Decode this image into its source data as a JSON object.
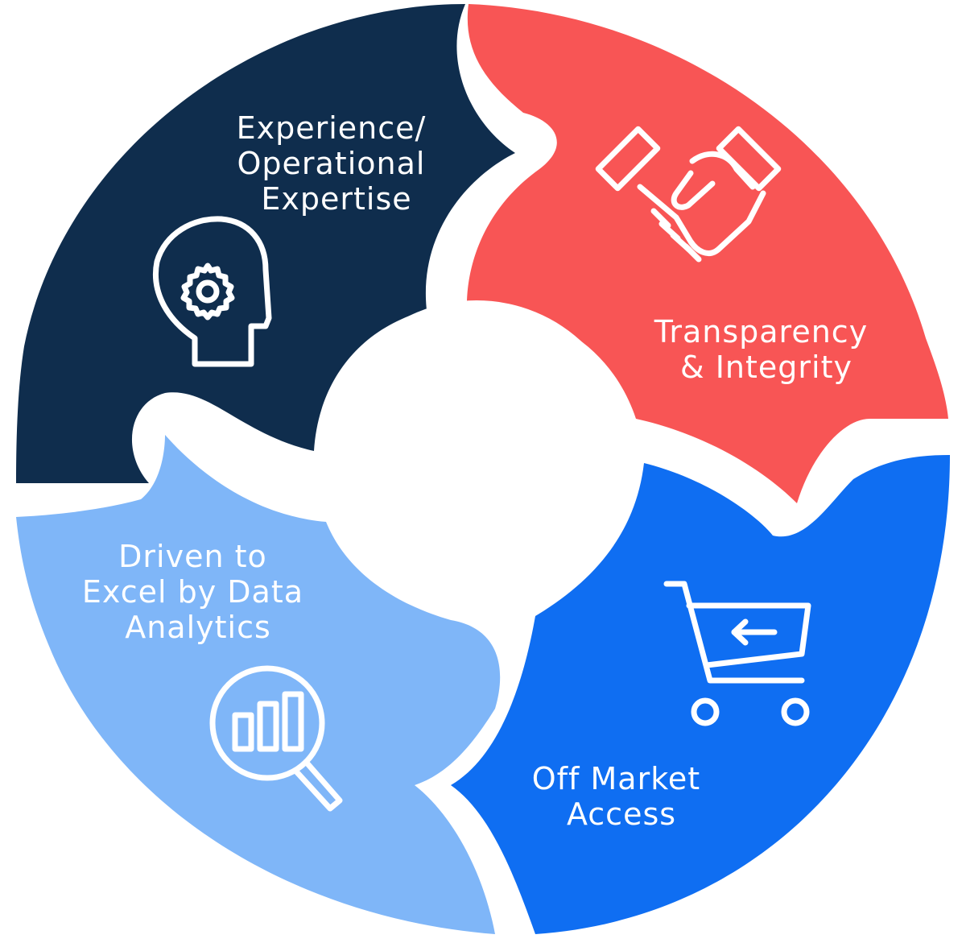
{
  "segments": [
    {
      "id": "experience",
      "lines": [
        "Experience/",
        "Operational",
        "Expertise"
      ],
      "color": "#0f2d4d",
      "icon": "head-gear-icon"
    },
    {
      "id": "transparency",
      "lines": [
        "Transparency",
        "& Integrity"
      ],
      "color": "#f85555",
      "icon": "handshake-icon"
    },
    {
      "id": "off-market",
      "lines": [
        "Off Market",
        "Access"
      ],
      "color": "#0f6ef2",
      "icon": "shopping-cart-icon"
    },
    {
      "id": "data-analytics",
      "lines": [
        "Driven to",
        "Excel by Data",
        "Analytics"
      ],
      "color": "#7fb6f8",
      "icon": "magnifier-chart-icon"
    }
  ]
}
